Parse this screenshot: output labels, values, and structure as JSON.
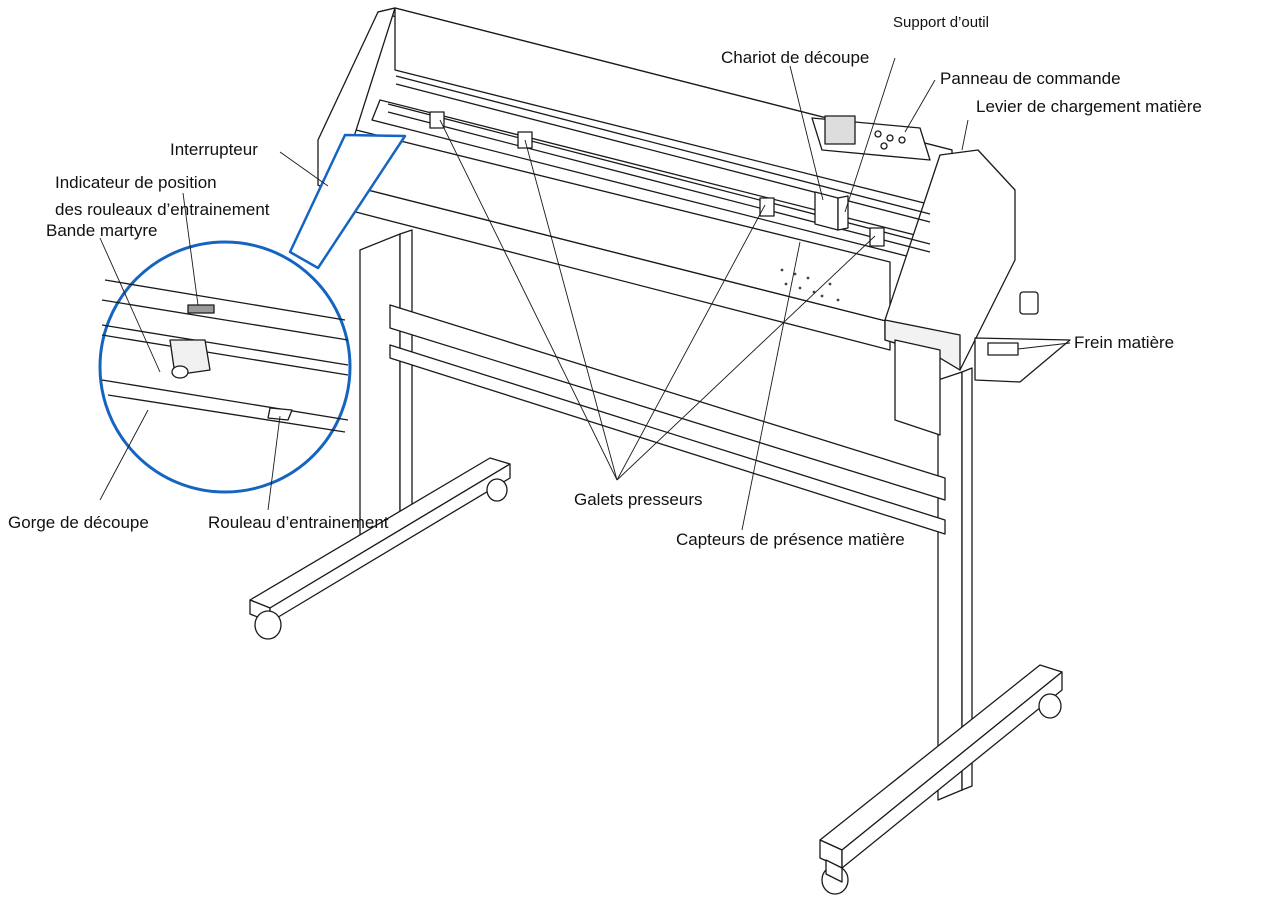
{
  "diagram": {
    "labels": {
      "support_outil": "Support d’outil",
      "chariot": "Chariot de découpe",
      "panneau": "Panneau de commande",
      "levier": "Levier de chargement matière",
      "interrupteur": "Interrupteur",
      "indicateur_l1": "Indicateur de position",
      "indicateur_l2": "des rouleaux d’entrainement",
      "bande": "Bande martyre",
      "frein": "Frein matière",
      "galets": "Galets presseurs",
      "gorge": "Gorge de découpe",
      "rouleau": "Rouleau d’entrainement",
      "capteurs": "Capteurs de présence matière"
    },
    "colors": {
      "line": "#1a1a1a",
      "callout": "#1565c0",
      "fill": "#ffffff",
      "shade": "#e6e6e6"
    }
  }
}
